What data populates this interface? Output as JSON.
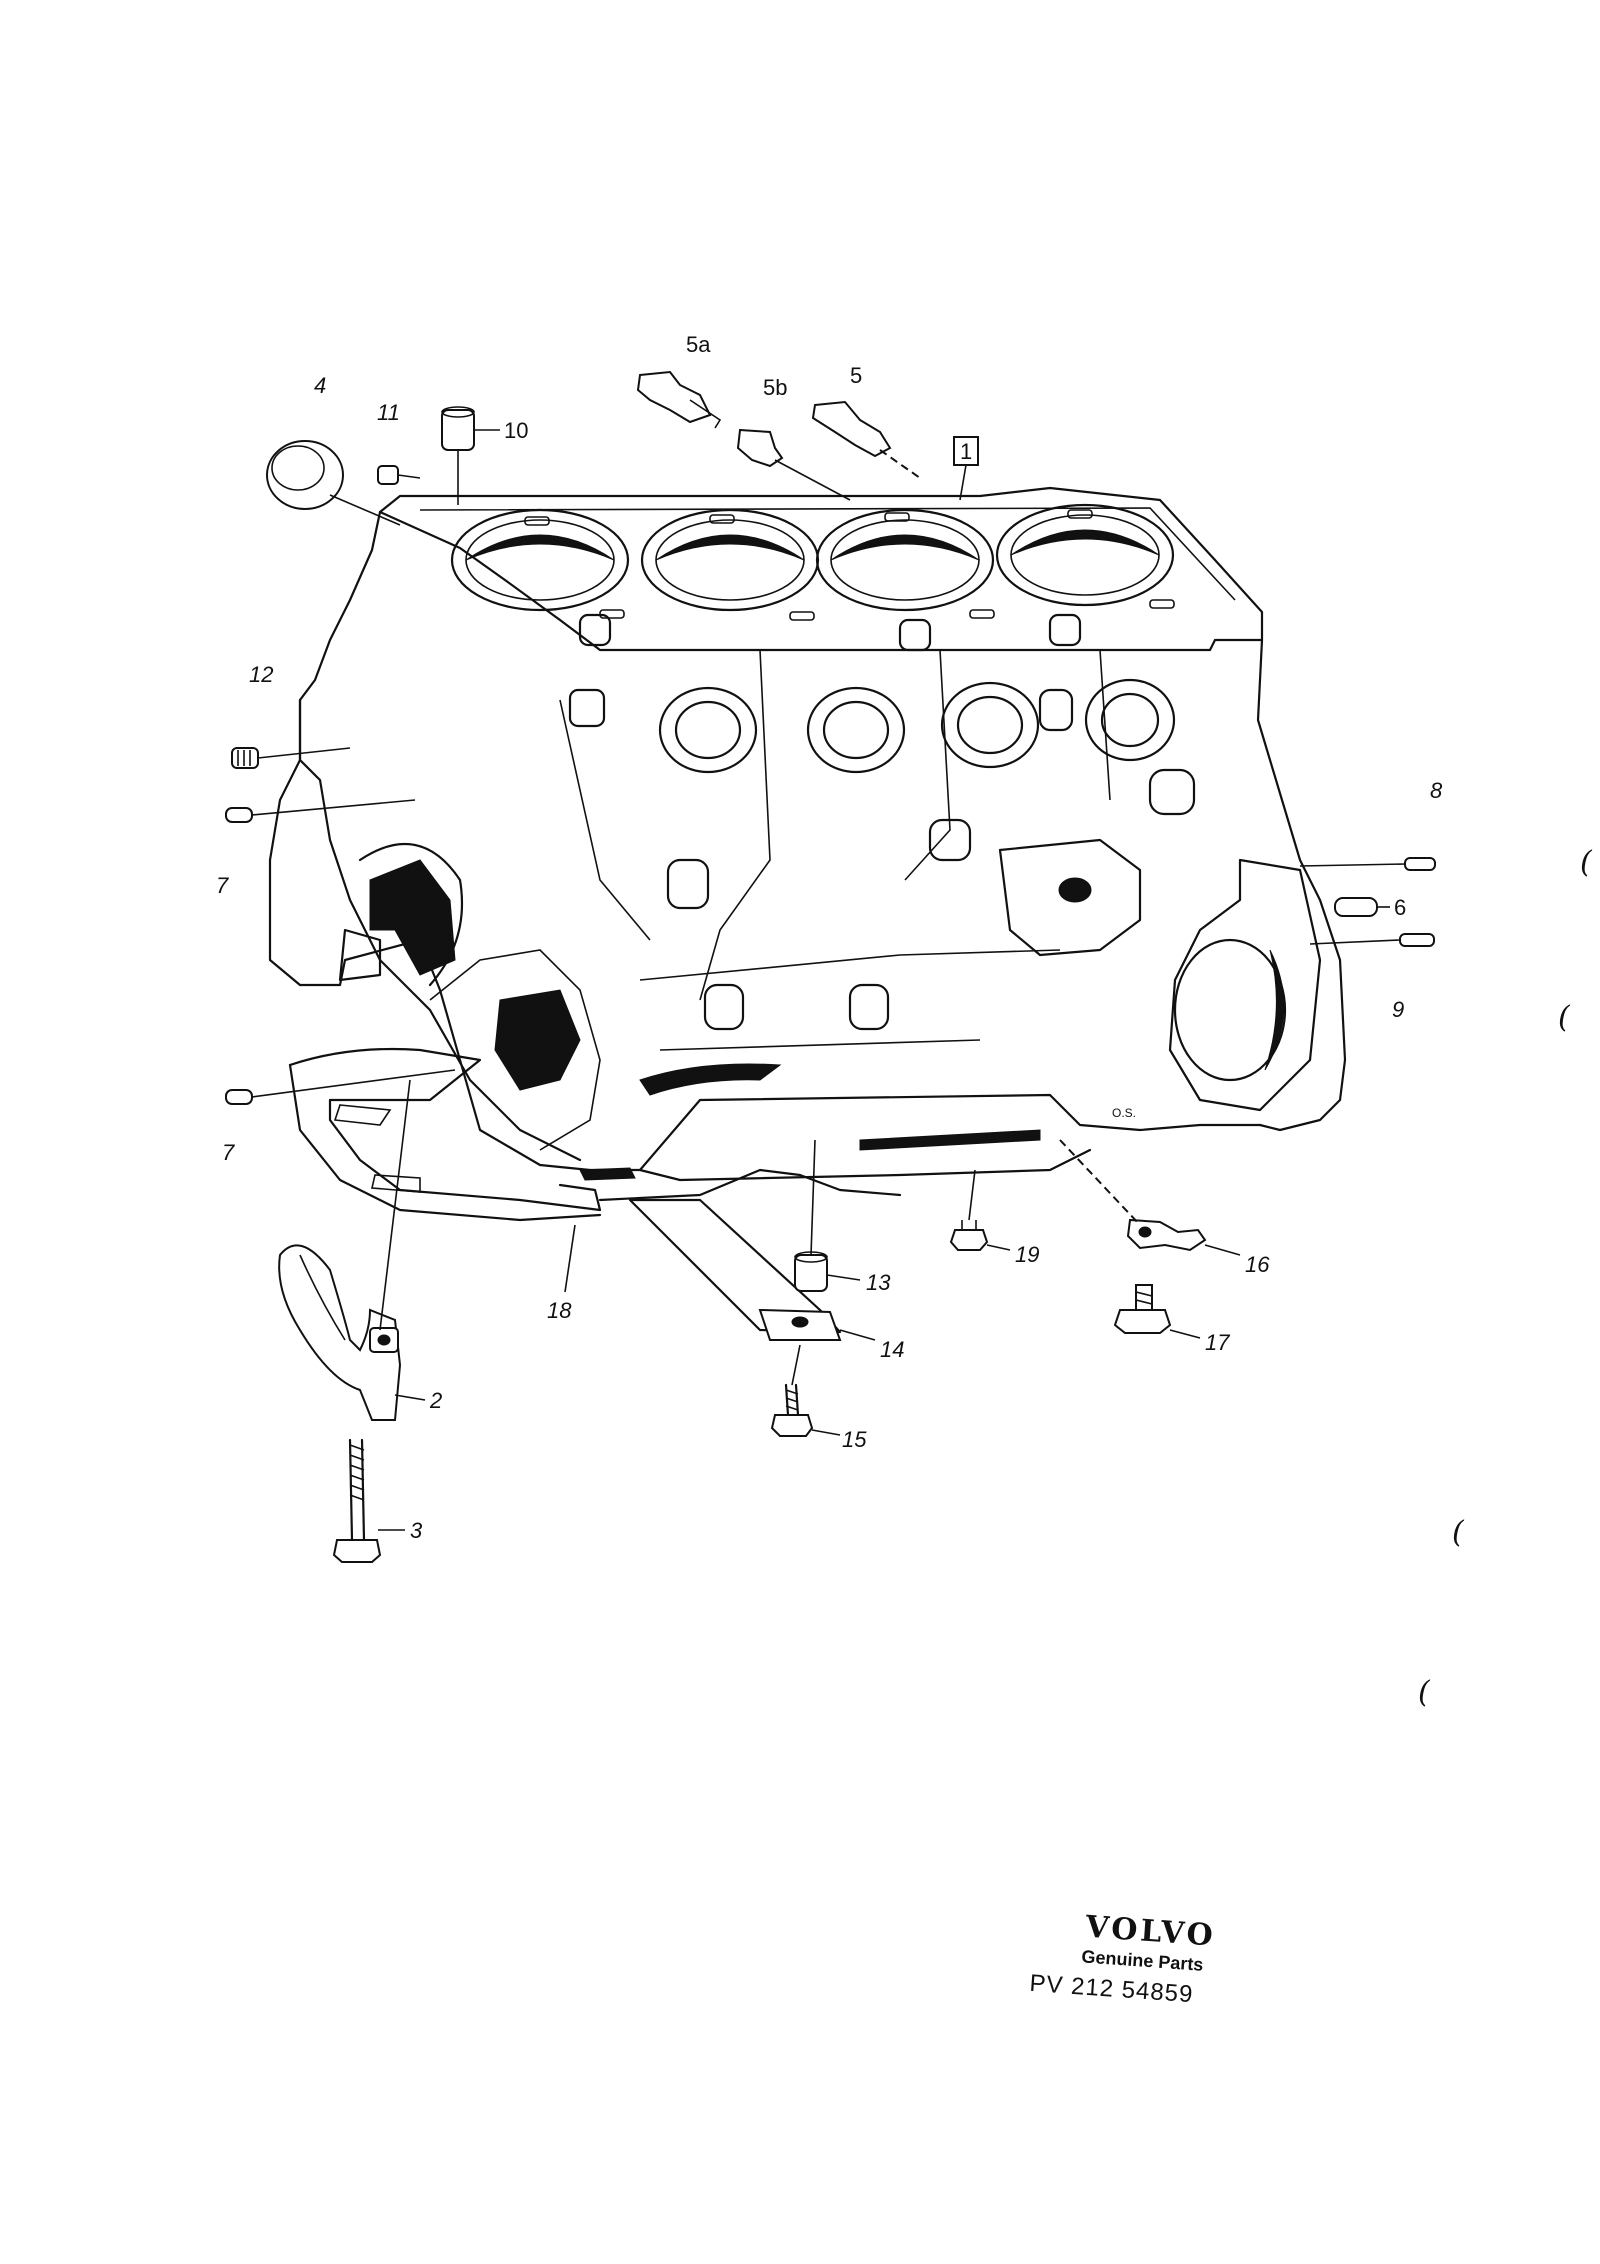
{
  "callouts": {
    "c1": "1",
    "c2": "2",
    "c3": "3",
    "c4": "4",
    "c5": "5",
    "c5a": "5a",
    "c5b": "5b",
    "c6": "6",
    "c7a": "7",
    "c7b": "7",
    "c8": "8",
    "c9": "9",
    "c10": "10",
    "c11": "11",
    "c12": "12",
    "c13": "13",
    "c14": "14",
    "c15": "15",
    "c16": "16",
    "c17": "17",
    "c18": "18",
    "c19": "19",
    "os_mark": "O.S."
  },
  "brand": {
    "logo": "VOLVO",
    "subtitle": "Genuine Parts",
    "code": "PV  212  54859"
  },
  "margin_marks": [
    "(",
    "(",
    "(",
    "("
  ]
}
